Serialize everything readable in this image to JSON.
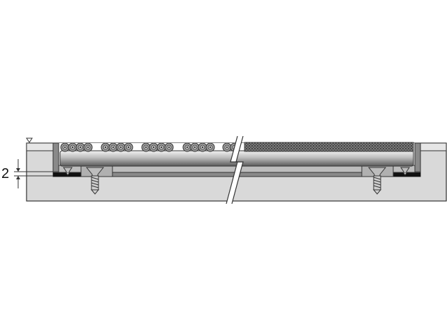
{
  "diagram": {
    "type": "cross-section",
    "subject": "entrance mat in recessed floor frame with screw fixing",
    "dimension": {
      "value": "2",
      "position": "left",
      "meaning": "gap between frame base and mat profile"
    },
    "components": [
      {
        "id": "floor-slab",
        "label": "substrate / floor"
      },
      {
        "id": "frame-profile",
        "label": "L-shaped recess frame"
      },
      {
        "id": "mat-rails",
        "label": "aluminium mat profiles"
      },
      {
        "id": "textile-inserts-left",
        "label": "rubber/scraper inserts (looped)"
      },
      {
        "id": "textile-inserts-right",
        "label": "brush/textile inserts"
      },
      {
        "id": "screw",
        "label": "countersunk fixing screw",
        "count": 2
      },
      {
        "id": "break-line",
        "label": "break line"
      },
      {
        "id": "level-marker",
        "label": "floor level triangle"
      }
    ],
    "colors": {
      "floor": "#d9d9d9",
      "frame": "#8a8a8a",
      "outline": "#333333",
      "base_black": "#111111",
      "rail_light": "#e8e8e8",
      "rail_dark": "#6e6e6e"
    }
  }
}
